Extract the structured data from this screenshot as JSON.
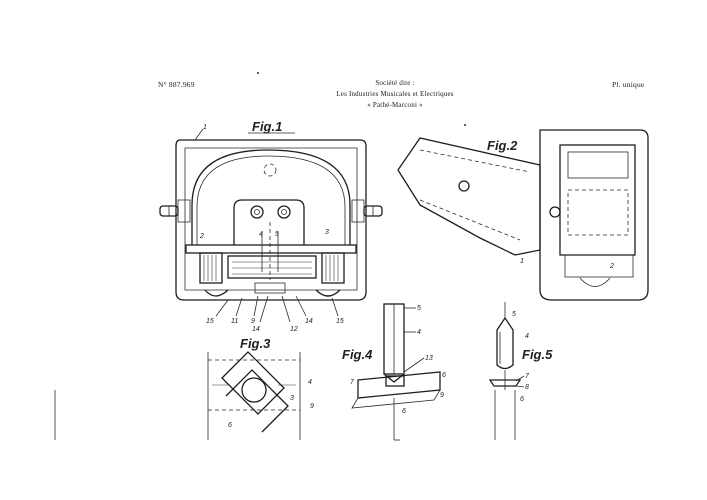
{
  "header": {
    "patent_number": "N° 887.969",
    "company_line1": "Société dite :",
    "company_line2": "Les Industries Musicales et Electriques",
    "company_line3": "« Pathé-Marconi »",
    "plate": "Pl. unique"
  },
  "figures": {
    "fig1": "Fig.1",
    "fig2": "Fig.2",
    "fig3": "Fig.3",
    "fig4": "Fig.4",
    "fig5": "Fig.5"
  },
  "refs": {
    "f1_1": "1",
    "f1_2": "2",
    "f1_3": "3",
    "f1_4": "4",
    "f1_5": "5",
    "f1_15a": "15",
    "f1_11": "11",
    "f1_9": "9",
    "f1_14a": "14",
    "f1_12": "12",
    "f1_14b": "14",
    "f1_15b": "15",
    "f2_1": "1",
    "f2_2": "2",
    "f3_4": "4",
    "f3_3": "3",
    "f3_9": "9",
    "f3_6": "6",
    "f4_5": "5",
    "f4_4": "4",
    "f4_13": "13",
    "f4_7": "7",
    "f4_6a": "6",
    "f4_9": "9",
    "f4_6b": "6",
    "f5_5": "5",
    "f5_4": "4",
    "f5_7": "7",
    "f5_8": "8",
    "f5_6": "6"
  }
}
